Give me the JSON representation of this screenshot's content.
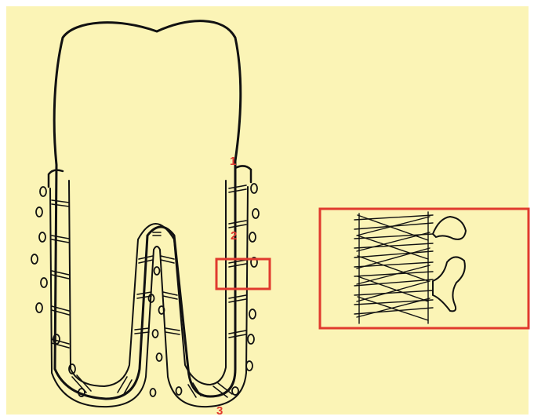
{
  "diagram": {
    "markers": [
      {
        "id": "1",
        "label": "1"
      },
      {
        "id": "2",
        "label": "2"
      },
      {
        "id": "3",
        "label": "3"
      }
    ],
    "colors": {
      "background": "#fbf4b6",
      "ink": "#111111",
      "highlight": "#e03a2e"
    }
  }
}
